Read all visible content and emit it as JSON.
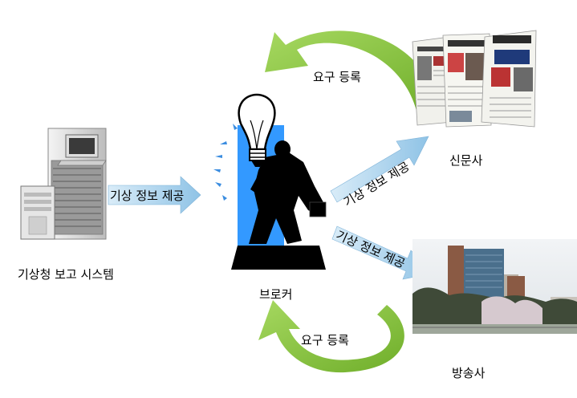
{
  "nodes": {
    "server_label": "기상청 보고 시스템",
    "broker_label": "브로커",
    "newspaper_label": "신문사",
    "broadcaster_label": "방송사"
  },
  "arrows": {
    "provide_left": "기상 정보 제공",
    "provide_newspaper": "기상 정보 제공",
    "provide_broadcaster": "기상 정보 제공",
    "request_top": "요구 등록",
    "request_bottom": "요구 등록"
  },
  "colors": {
    "green_arrow": "#8cc63f",
    "blue_arrow": "#a6cee8",
    "broker_panel": "#3399ff",
    "figure": "#000000"
  }
}
